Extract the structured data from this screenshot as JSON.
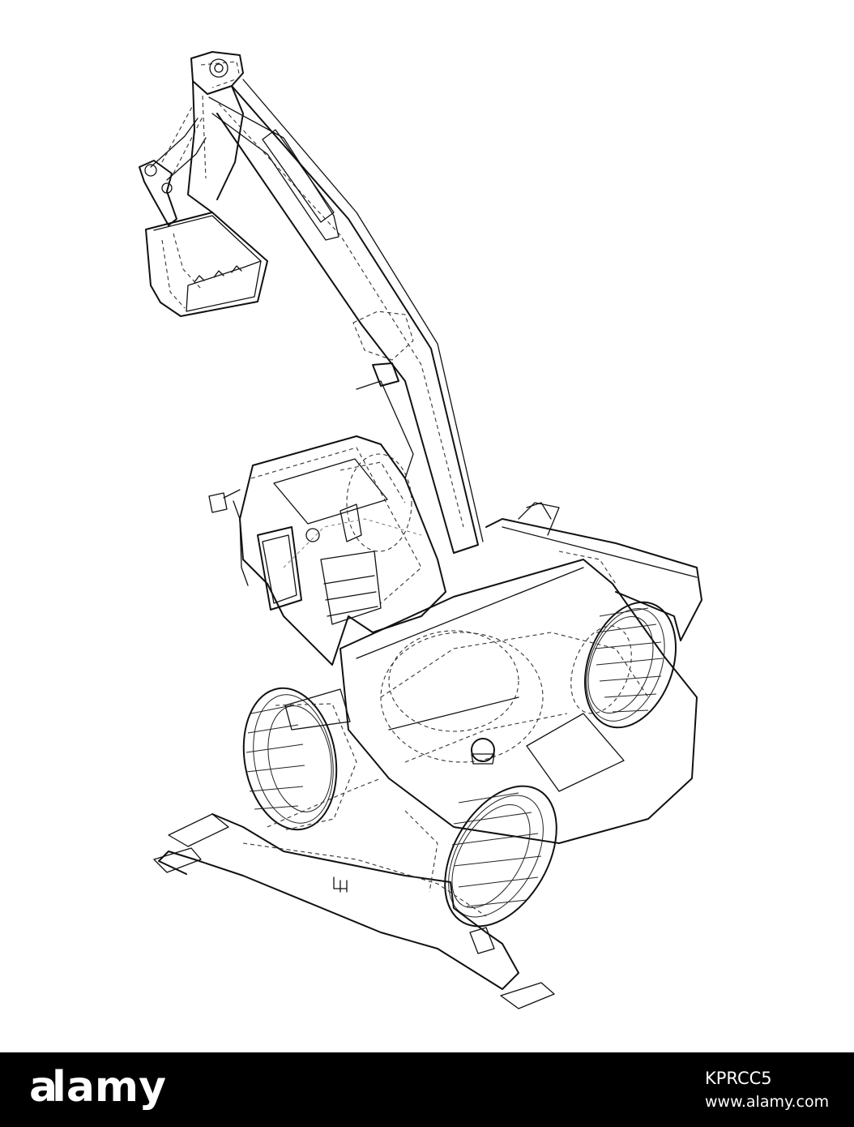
{
  "artwork": {
    "subject": "wireframe-excavator",
    "line_color": "#111111",
    "background": "#ffffff"
  },
  "banner": {
    "background": "#000000",
    "text_color": "#ffffff",
    "brand": "alamy",
    "image_id": "KPRCC5",
    "site": "www.alamy.com"
  }
}
